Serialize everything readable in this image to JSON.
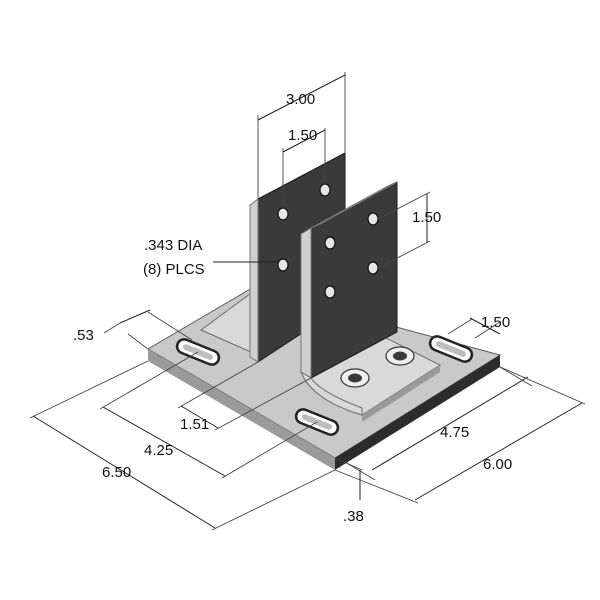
{
  "dimensions": {
    "upright_hole_span": "3.00",
    "upright_hole_spacing": "1.50",
    "vertical_hole_spacing": "1.50",
    "hole_note_line1": ".343 DIA",
    "hole_note_line2": "(8) PLCS",
    "slot_offset": ".53",
    "right_slot_spacing": "1.50",
    "upright_offset": "1.51",
    "left_slot_spacing": "4.25",
    "right_slot_span": "4.75",
    "base_length": "6.50",
    "base_width": "6.00",
    "plate_thickness": ".38"
  }
}
